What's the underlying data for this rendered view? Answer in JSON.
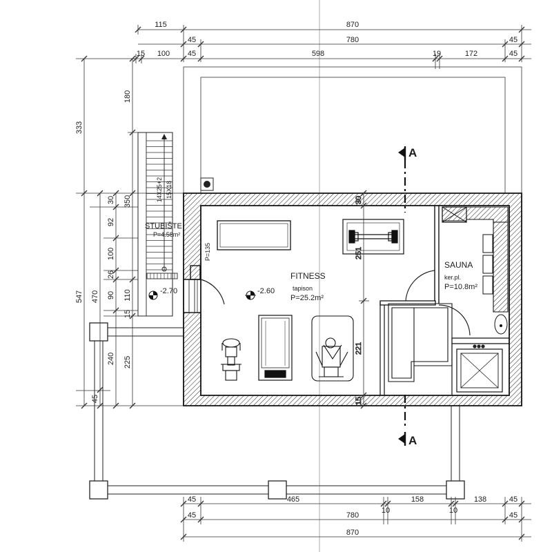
{
  "dimensions": {
    "top_row1": [
      "115",
      "870"
    ],
    "top_row2": [
      "45",
      "780",
      "45"
    ],
    "top_row3": [
      "15",
      "100",
      "45",
      "598",
      "19",
      "172",
      "45"
    ],
    "left_outer": [
      "333",
      "547"
    ],
    "left_mid": [
      "180",
      "350",
      "470",
      "45"
    ],
    "left_inner": [
      "30",
      "92",
      "100",
      "26",
      "90",
      "240"
    ],
    "left_inner2": [
      "110",
      "15",
      "225"
    ],
    "interior": [
      "30",
      "251",
      "221",
      "15"
    ],
    "bottom_row1": [
      "45",
      "465",
      "158",
      "138",
      "45"
    ],
    "bottom_small": [
      "10",
      "10"
    ],
    "bottom_row2": [
      "45",
      "780",
      "45"
    ],
    "bottom_row3": [
      "870"
    ]
  },
  "rooms": {
    "fitness": {
      "name": "FITNESS",
      "floor": "tapison",
      "area": "P=25.2m²"
    },
    "sauna": {
      "name": "SAUNA",
      "floor": "ker.pl.",
      "area": "P=10.8m²"
    },
    "stair": {
      "name": "STUBIŠTE",
      "area": "P=4.58m²",
      "spec1": "14X25+2",
      "spec2": "15X18"
    }
  },
  "labels": {
    "door_p": "P=135",
    "level_stair": "-2.70",
    "level_fitness": "-2.60",
    "section_top": "A",
    "section_bottom": "A"
  }
}
